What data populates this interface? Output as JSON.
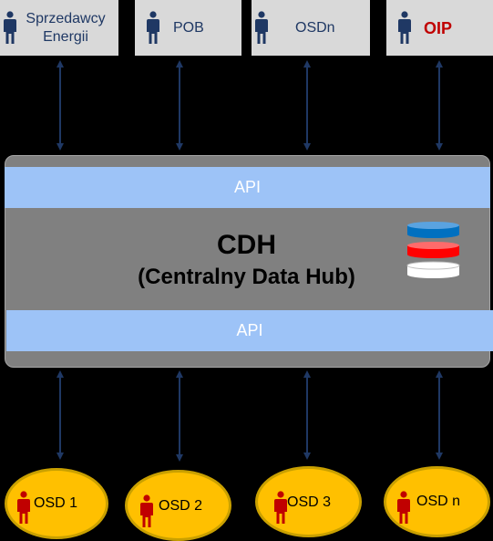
{
  "top_nodes": [
    {
      "label_line1": "Sprzedawcy",
      "label_line2": "Energii"
    },
    {
      "label": "POB"
    },
    {
      "label": "OSDn"
    },
    {
      "label": "OIP"
    }
  ],
  "hub": {
    "api_top": "API",
    "title": "CDH",
    "subtitle": "(Centralny Data Hub)",
    "api_bottom": "API"
  },
  "bottom_nodes": [
    {
      "label": "OSD 1"
    },
    {
      "label": "OSD 2"
    },
    {
      "label": "OSD 3"
    },
    {
      "label": "OSD n"
    }
  ],
  "colors": {
    "background": "#000000",
    "top_box": "#d9d9d9",
    "person_top": "#1f3864",
    "person_bottom": "#c00000",
    "oip_text": "#c00000",
    "arrow": "#1f3864",
    "hub": "#808080",
    "api_band": "#9dc3f7",
    "osd_fill": "#ffc000",
    "cylinder_blue": "#0070c0",
    "cylinder_red": "#ff0000",
    "cylinder_white": "#ffffff"
  },
  "icons": [
    "person-icon",
    "database-cylinder-icon",
    "double-arrow-icon"
  ]
}
